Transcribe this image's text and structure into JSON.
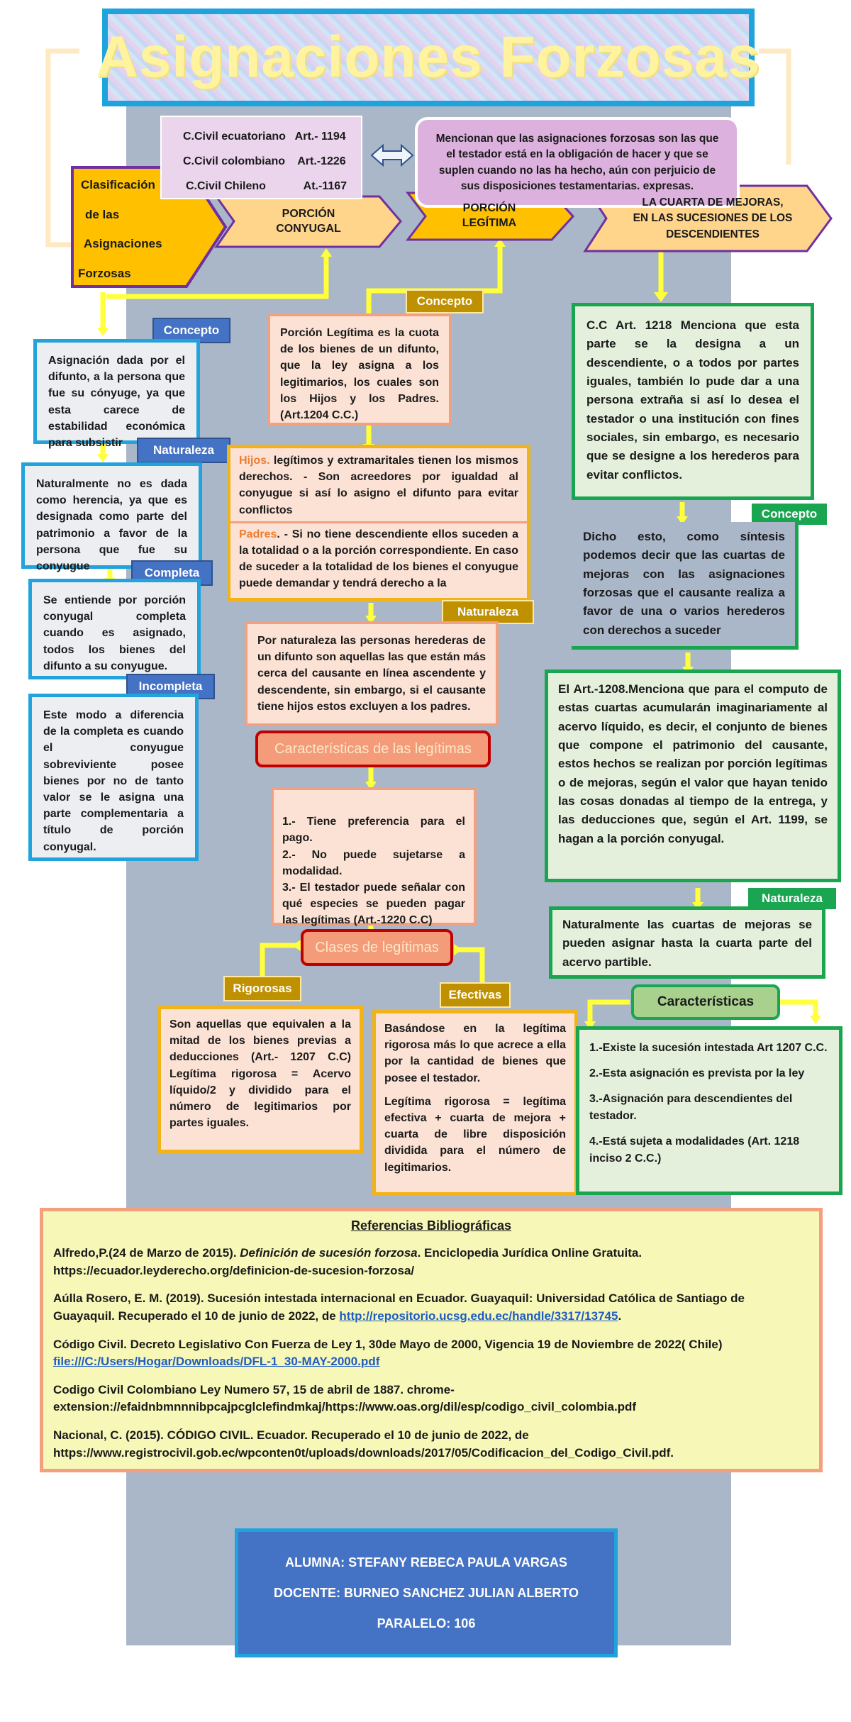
{
  "title": "Asignaciones Forzosas",
  "codes": {
    "ecuador": "C.Civil ecuatoriano   Art.- 1194",
    "colombia": "C.Civil colombiano    Art.-1226",
    "chile": "C.Civil Chileno            At.-1167"
  },
  "definition": "Mencionan que las asignaciones forzosas son las que el testador está en la obligación de hacer y que se suplen cuando no las ha hecho, aún con perjuicio de sus disposiciones testamentarias. expresas.",
  "clasificacion": {
    "line1": "Clasificación",
    "line2": "de las",
    "line3": "Asignaciones",
    "line4": "Forzosas"
  },
  "branches": {
    "conyugal_1": "PORCIÓN",
    "conyugal_2": "CONYUGAL",
    "legitima_1": "PORCIÓN",
    "legitima_2": "LEGÍTIMA",
    "mejoras_1": "LA CUARTA DE MEJORAS,",
    "mejoras_2": "EN LAS SUCESIONES DE LOS",
    "mejoras_3": "DESCENDIENTES"
  },
  "tags": {
    "concepto": "Concepto",
    "naturaleza": "Naturaleza",
    "completa": "Completa",
    "incompleta": "Incompleta",
    "rigorosas": "Rigorosas",
    "efectivas": "Efectivas"
  },
  "conyugal": {
    "concepto": "Asignación dada por el difunto, a la persona que fue su cónyuge, ya que esta carece de estabilidad económica para subsistir",
    "naturaleza": "Naturalmente no es dada como herencia, ya que es designada como parte del patrimonio a favor de la persona que fue su conyugue",
    "completa": "Se entiende por porción conyugal completa cuando es asignado, todos los bienes del difunto a su conyugue.",
    "incompleta": "Este modo a diferencia de la completa es cuando el conyugue sobreviviente posee bienes por no de tanto valor se le asigna una parte complementaria a título de porción conyugal."
  },
  "legitima": {
    "concepto": "Porción Legítima es la cuota de los bienes de un difunto, que la ley asigna a los legitimarios, los cuales son los Hijos y los Padres. (Art.1204 C.C.)",
    "hijos_label": "Hijos.",
    "hijos_text": " legítimos y extramaritales tienen los mismos derechos.    - Son acreedores por igualdad al conyugue si así lo asigno el difunto para evitar conflictos",
    "padres_label": "Padres",
    "padres_text": ". - Si no tiene descendiente ellos suceden a la totalidad o a la porción correspondiente.  En caso de suceder a la totalidad de los bienes el conyugue puede demandar y tendrá derecho a la",
    "naturaleza": "Por naturaleza las personas herederas de un difunto son aquellas las que están más cerca del causante en línea ascendente y descendente, sin embargo, si el causante tiene hijos estos excluyen a los padres.",
    "caracteristicas_title": "Características de las legítimas",
    "caracteristicas": "1.- Tiene preferencia para el pago.\n2.- No puede sujetarse a modalidad.\n3.- El testador puede señalar con qué especies se pueden pagar las legítimas (Art.-1220 C.C)",
    "clases_title": "Clases de legítimas",
    "rigorosas": "Son aquellas que equivalen a la mitad de los bienes previas a deducciones (Art.- 1207 C.C) Legítima rigorosa = Acervo líquido/2 y dividido para el número de legitimarios por partes iguales.",
    "efectivas_1": "Basándose en la legítima rigorosa más lo que acrece a ella por la cantidad de bienes que posee el testador.",
    "efectivas_2": "Legítima rigorosa = legítima efectiva + cuarta de mejora + cuarta de libre disposición dividida para el número de legitimarios."
  },
  "mejoras": {
    "art1218": "C.C Art. 1218 Menciona que esta parte se la designa a un descendiente, o a todos por partes iguales, también lo pude dar a una persona extraña si así lo desea el testador o una institución con fines sociales, sin embargo, es necesario que se designe a los herederos para evitar conflictos.",
    "concepto": "Dicho esto, como síntesis podemos decir que las cuartas de mejoras con las asignaciones forzosas que el causante realiza a favor de una o varios herederos con derechos a suceder",
    "art1208": "El Art.-1208.Menciona que para el computo de estas cuartas acumularán imaginariamente al acervo líquido, es decir, el conjunto de bienes que compone el patrimonio del causante, estos hechos se realizan por porción  legítimas o de mejoras, según el valor que hayan tenido las cosas donadas al tiempo de la entrega, y las deducciones que, según el Art. 1199, se hagan a la porción conyugal.",
    "naturaleza": "Naturalmente las cuartas de mejoras se pueden asignar hasta la cuarta parte del acervo partible.",
    "caracteristicas_title": "Características",
    "car_1": "1.-Existe la sucesión intestada Art 1207 C.C.",
    "car_2": "2.-Esta asignación es prevista por la ley",
    "car_3": "3.-Asignación para descendientes del testador.",
    "car_4": "4.-Está sujeta a modalidades (Art. 1218 inciso 2 C.C.)"
  },
  "references": {
    "title": "Referencias Bibliográficas",
    "r1_a": "Alfredo,P.(24 de Marzo de 2015). ",
    "r1_b": "Definición de sucesión forzosa",
    "r1_c": ". Enciclopedia Jurídica Online Gratuita. https://ecuador.leyderecho.org/definicion-de-sucesion-forzosa/",
    "r2_a": "Aúlla Rosero, E. M. (2019). Sucesión intestada internacional en Ecuador. Guayaquil: Universidad Católica de Santiago de Guayaquil. Recuperado el 10 de junio de 2022, de ",
    "r2_link": "http://repositorio.ucsg.edu.ec/handle/3317/13745",
    "r2_end": ".",
    "r3_a": "Código Civil. Decreto Legislativo Con Fuerza de Ley 1, 30de Mayo de 2000, Vigencia 19 de Noviembre de 2022( Chile)",
    "r3_link": "file:///C:/Users/Hogar/Downloads/DFL-1_30-MAY-2000.pdf",
    "r4": "Codigo Civil Colombiano Ley Numero 57, 15 de abril de 1887. chrome-extension://efaidnbmnnnibpcajpcglclefindmkaj/https://www.oas.org/dil/esp/codigo_civil_colombia.pdf",
    "r5": "Nacional, C. (2015). CÓDIGO CIVIL. Ecuador. Recuperado el 10 de junio de 2022, de https://www.registrocivil.gob.ec/wpconten0t/uploads/downloads/2017/05/Codificacion_del_Codigo_Civil.pdf."
  },
  "credits": {
    "alumna": "ALUMNA: STEFANY REBECA PAULA VARGAS",
    "docente": "DOCENTE: BURNEO SANCHEZ JULIAN ALBERTO",
    "paralelo": "PARALELO: 106"
  },
  "colors": {
    "spine": "#aab7c8",
    "title_border": "#1ea3dc",
    "title_text": "#fff3a0",
    "blue_border": "#22a3dc",
    "green_border": "#1aa551",
    "gold": "#f2b318",
    "salmon": "#f2a07f",
    "tag_blue": "#4472c4",
    "tag_gold": "#bf9000",
    "purple_outline": "#7030a0",
    "connector_yellow": "#ffff3c"
  }
}
